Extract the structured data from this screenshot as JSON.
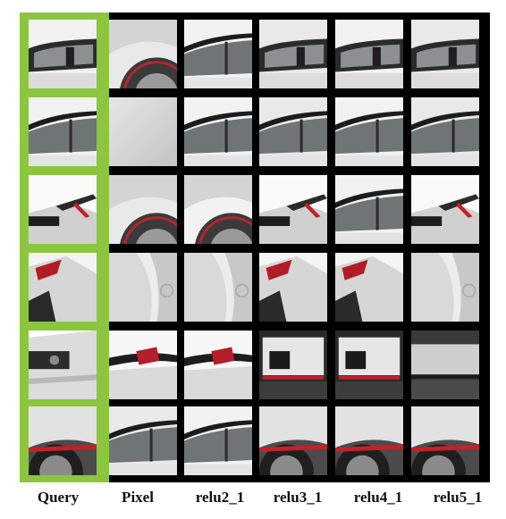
{
  "figure": {
    "columns": [
      {
        "key": "query",
        "label": "Query"
      },
      {
        "key": "pixel",
        "label": "Pixel"
      },
      {
        "key": "relu2_1",
        "label": "relu2_1"
      },
      {
        "key": "relu3_1",
        "label": "relu3_1"
      },
      {
        "key": "relu4_1",
        "label": "relu4_1"
      },
      {
        "key": "relu5_1",
        "label": "relu5_1"
      }
    ],
    "rows": 6,
    "query_frame_color": "#8cc63f",
    "grid_border_color": "#000000",
    "cells": [
      [
        "car-window-patch-icon",
        "car-rear-wheel-arch-icon",
        "car-roofline-window-icon",
        "car-side-window-seat-icon",
        "car-side-window-seat-icon",
        "car-side-window-seat-icon"
      ],
      [
        "car-side-window-icon",
        "car-plain-body-panel-icon",
        "car-roofline-window-icon",
        "car-side-window-icon",
        "car-side-window-icon",
        "car-side-window-icon"
      ],
      [
        "car-spoiler-window-icon",
        "car-wheel-arch-red-trim-icon",
        "car-wheel-arch-red-trim-icon",
        "car-roof-spoiler-icon",
        "car-side-window-icon",
        "car-roof-spoiler-icon"
      ],
      [
        "car-taillight-icon",
        "car-rear-quarter-icon",
        "car-rear-quarter-icon",
        "car-taillight-icon",
        "car-taillight-icon",
        "car-rear-quarter-icon"
      ],
      [
        "car-rear-bumper-icon",
        "car-spoiler-lip-icon",
        "car-spoiler-lip-icon",
        "car-rear-bumper-red-trim-icon",
        "car-rear-bumper-red-trim-icon",
        "car-lower-bumper-icon"
      ],
      [
        "car-rear-wheel-icon",
        "car-side-window-icon",
        "car-side-window-icon",
        "car-rear-wheel-icon",
        "car-rear-wheel-icon",
        "car-rear-wheel-icon"
      ]
    ]
  }
}
